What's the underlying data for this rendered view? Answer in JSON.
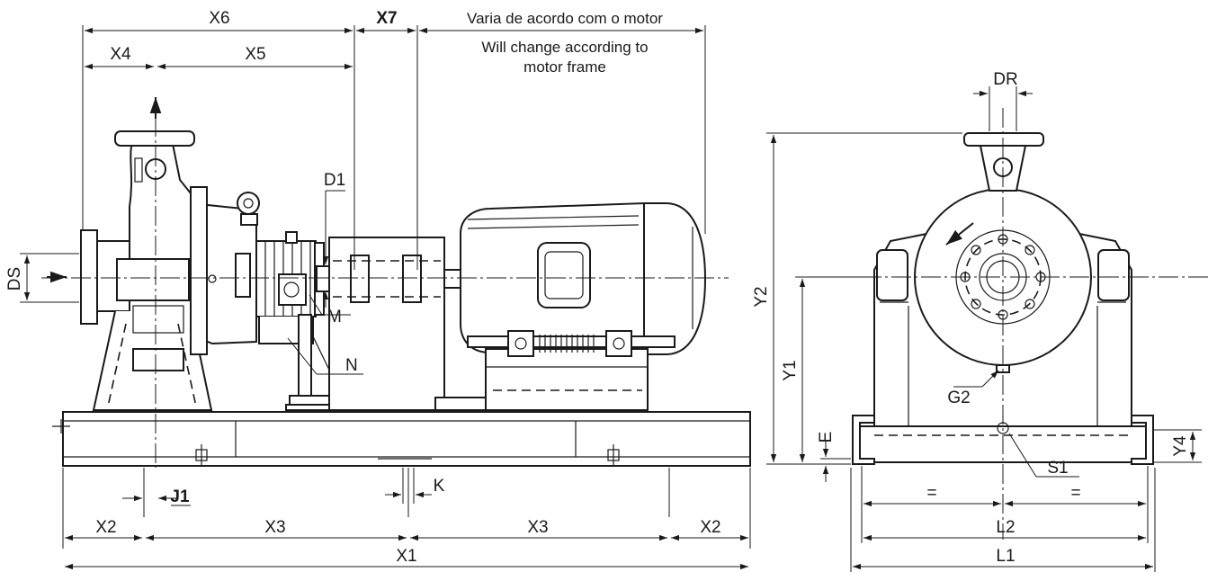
{
  "note": {
    "line1": "Varia de acordo com o motor",
    "line2": "Will change according to",
    "line3": "motor frame"
  },
  "labels": {
    "X6": "X6",
    "X7": "X7",
    "X4": "X4",
    "X5": "X5",
    "D1": "D1",
    "DS": "DS",
    "M": "M",
    "N": "N",
    "J1": "J1",
    "K": "K",
    "X2": "X2",
    "X3": "X3",
    "X1": "X1",
    "DR": "DR",
    "Y2": "Y2",
    "Y1": "Y1",
    "G2": "G2",
    "E": "E",
    "Y4": "Y4",
    "S1": "S1",
    "eq": "=",
    "L2": "L2",
    "L1": "L1"
  }
}
